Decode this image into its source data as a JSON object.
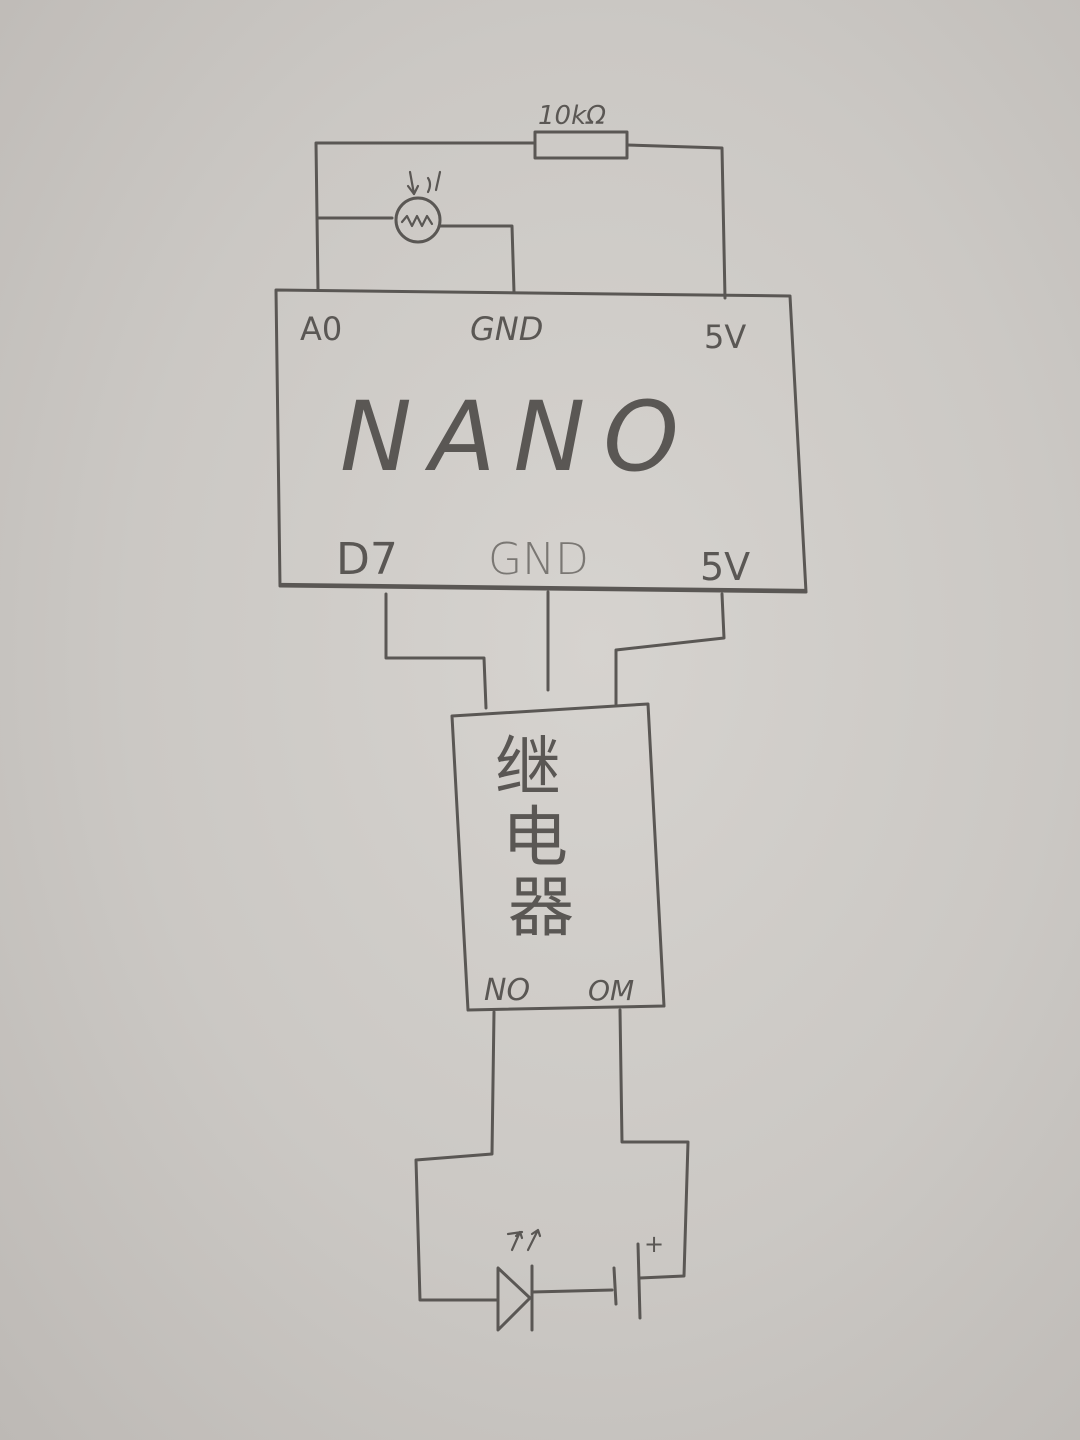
{
  "resistor": {
    "label": "10kΩ"
  },
  "nano": {
    "title": "NANO",
    "top_pins": [
      "A0",
      "GND",
      "5V"
    ],
    "bottom_pins": [
      "D7",
      "GND",
      "5V"
    ]
  },
  "relay": {
    "title_chars": [
      "继",
      "电",
      "器"
    ],
    "pins": [
      "NO",
      "OM"
    ]
  },
  "battery": {
    "polarity_mark": "+"
  },
  "colors": {
    "paper": "#c9c6c2",
    "pencil": "#5a5754"
  }
}
